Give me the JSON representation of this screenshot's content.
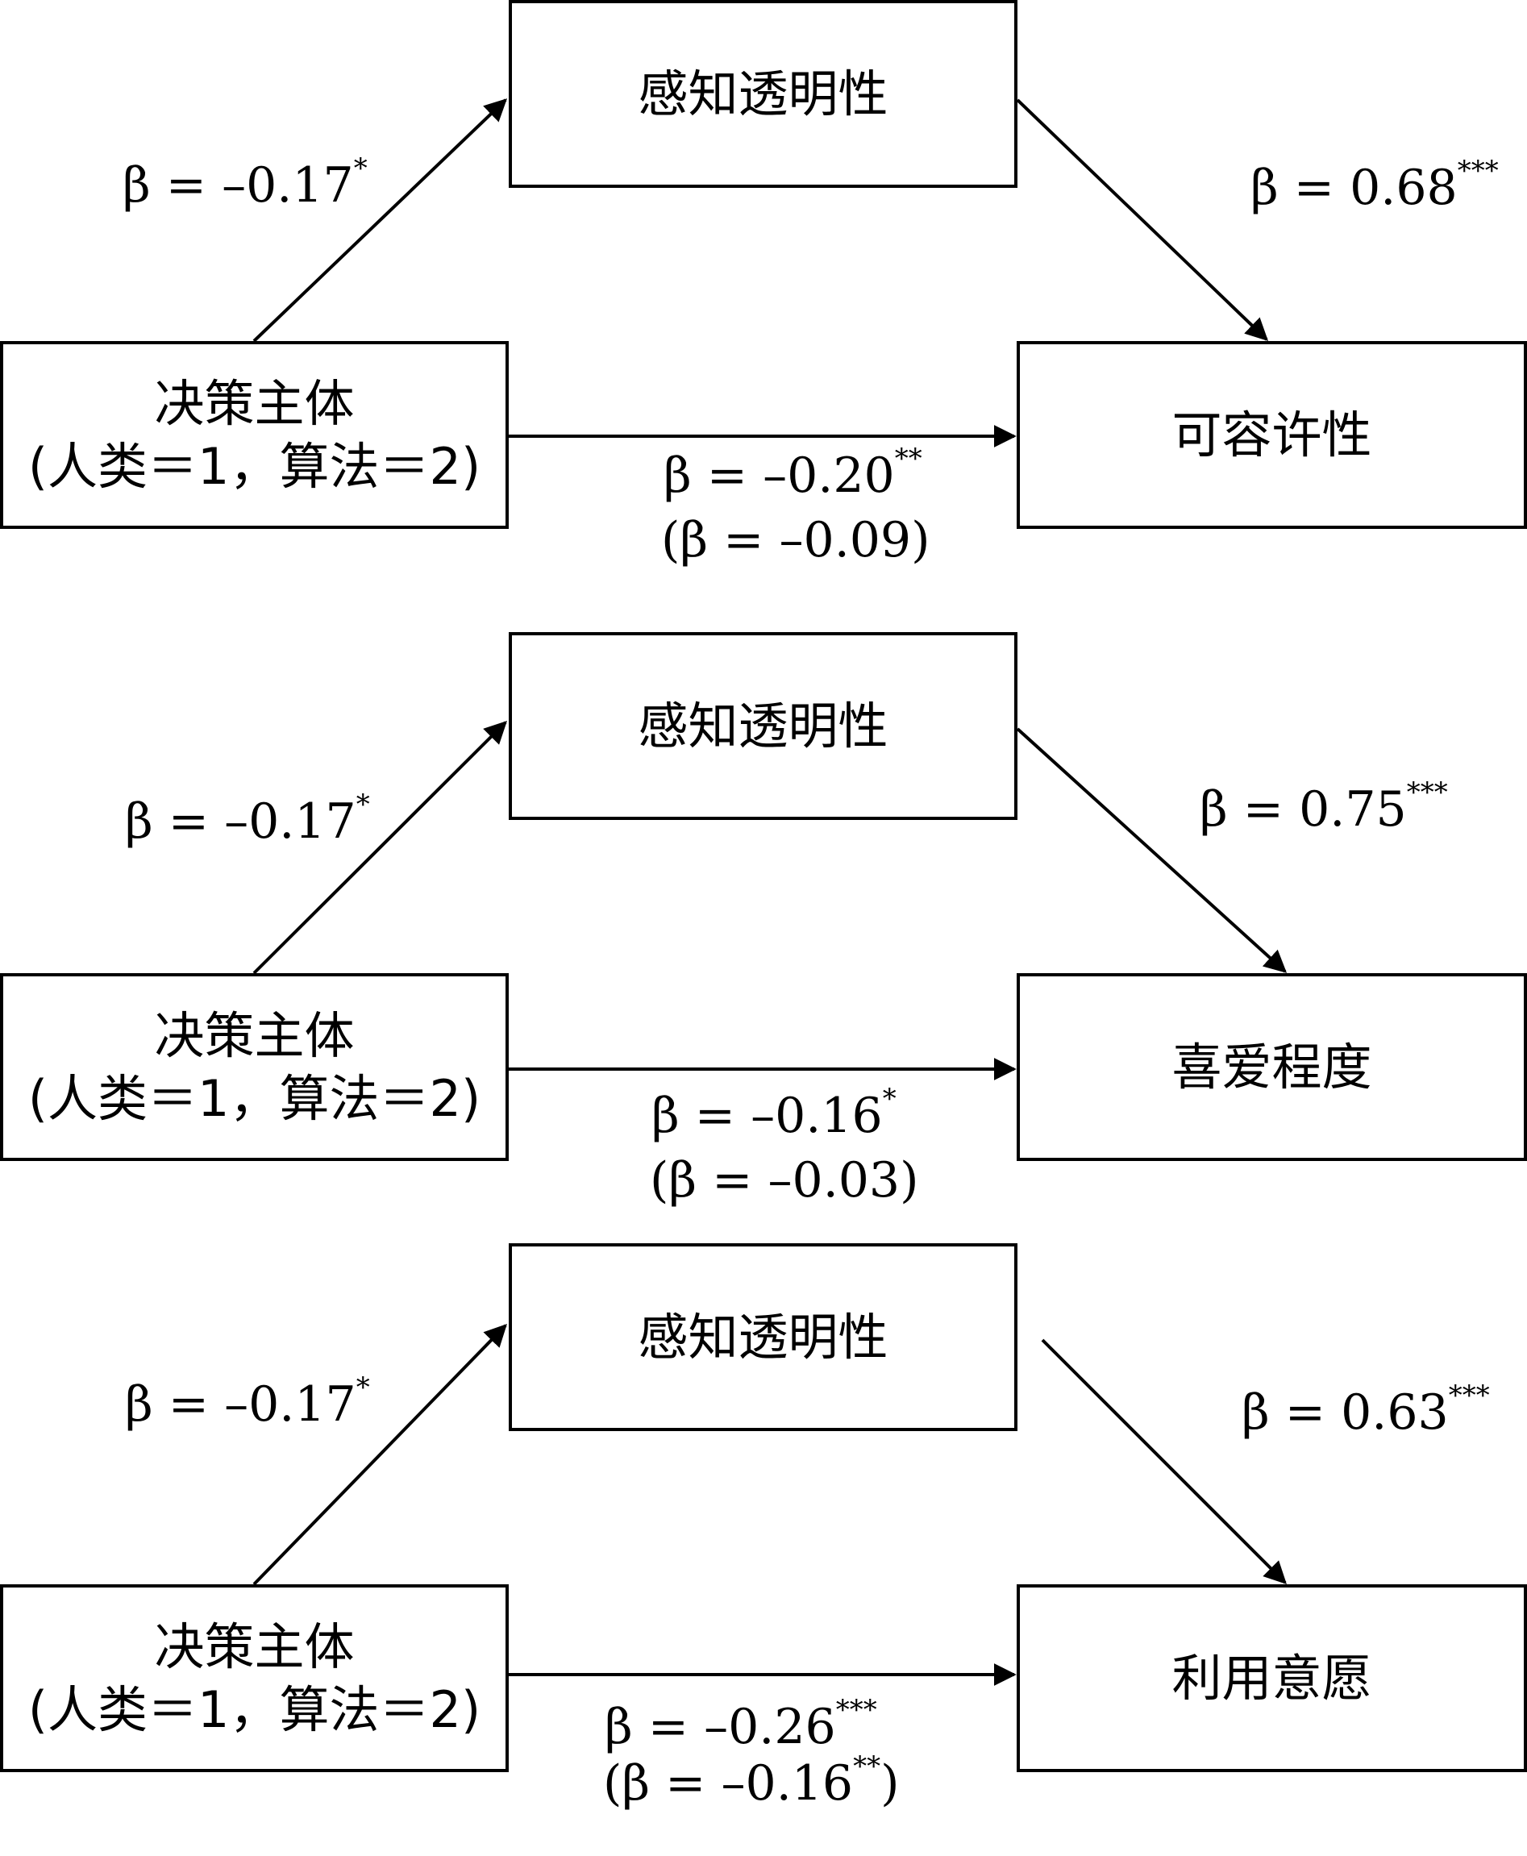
{
  "panels": [
    {
      "mediator": "感知透明性",
      "predictor": {
        "line1": "决策主体",
        "line2": "(人类＝1，算法＝2)"
      },
      "outcome": "可容许性",
      "path_a": {
        "text": "β = –0.17",
        "sig": "*"
      },
      "path_b": {
        "text": "β = 0.68",
        "sig": "***"
      },
      "path_c": {
        "text": "β = –0.20",
        "sig": "**"
      },
      "path_c_prime": "(β = –0.09)"
    },
    {
      "mediator": "感知透明性",
      "predictor": {
        "line1": "决策主体",
        "line2": "(人类＝1，算法＝2)"
      },
      "outcome": "喜爱程度",
      "path_a": {
        "text": "β = –0.17",
        "sig": "*"
      },
      "path_b": {
        "text": "β = 0.75",
        "sig": "***"
      },
      "path_c": {
        "text": "β = –0.16",
        "sig": "*"
      },
      "path_c_prime": "(β = –0.03)"
    },
    {
      "mediator": "感知透明性",
      "predictor": {
        "line1": "决策主体",
        "line2": "(人类＝1，算法＝2)"
      },
      "outcome": "利用意愿",
      "path_a": {
        "text": "β = –0.17",
        "sig": "*"
      },
      "path_b": {
        "text": "β = 0.63",
        "sig": "***"
      },
      "path_c": {
        "text": "β = –0.26",
        "sig": "***"
      },
      "path_c_prime_text": "(β = –0.16",
      "path_c_prime_sig": "**",
      "path_c_prime_close": ")"
    }
  ]
}
